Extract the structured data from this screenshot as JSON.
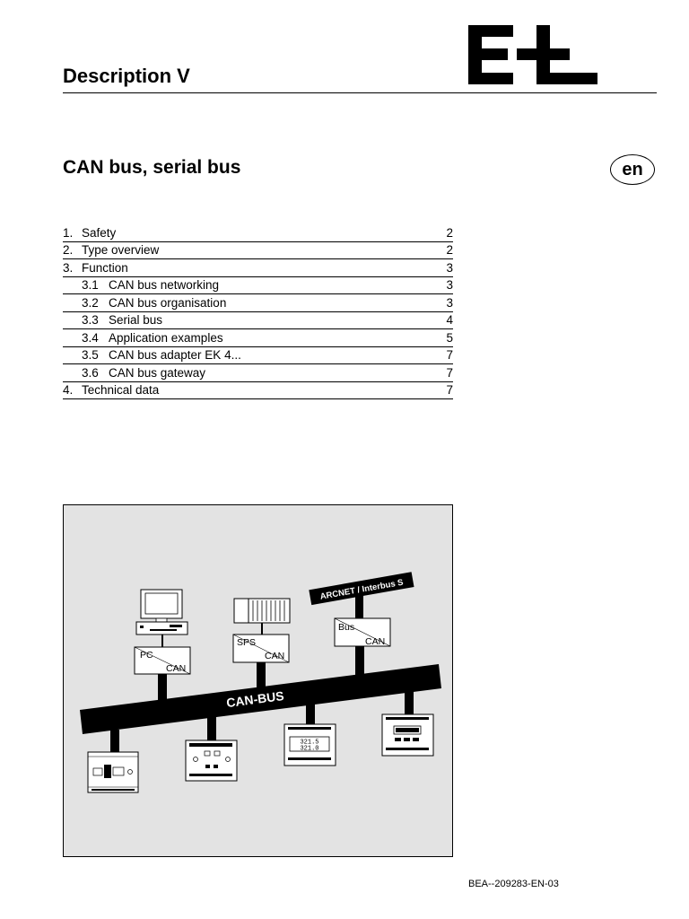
{
  "header": {
    "title": "Description V"
  },
  "document": {
    "title": "CAN bus, serial bus",
    "language": "en",
    "code": "BEA--209283-EN-03"
  },
  "toc": [
    {
      "num": "1.",
      "label": "Safety",
      "page": "2",
      "level": 1
    },
    {
      "num": "2.",
      "label": "Type overview",
      "page": "2",
      "level": 1
    },
    {
      "num": "3.",
      "label": "Function",
      "page": "3",
      "level": 1
    },
    {
      "num": "3.1",
      "label": "CAN bus networking",
      "page": "3",
      "level": 2
    },
    {
      "num": "3.2",
      "label": "CAN bus organisation",
      "page": "3",
      "level": 2
    },
    {
      "num": "3.3",
      "label": "Serial bus",
      "page": "4",
      "level": 2
    },
    {
      "num": "3.4",
      "label": "Application examples",
      "page": "5",
      "level": 2
    },
    {
      "num": "3.5",
      "label": "CAN bus adapter EK 4...",
      "page": "7",
      "level": 2
    },
    {
      "num": "3.6",
      "label": "CAN bus gateway",
      "page": "7",
      "level": 2
    },
    {
      "num": "4.",
      "label": "Technical data",
      "page": "7",
      "level": 1
    }
  ],
  "diagram": {
    "bus_label": "CAN-BUS",
    "network_label": "ARCNET / Interbus S",
    "adapters": [
      {
        "top": "PC",
        "bottom": "CAN"
      },
      {
        "top": "SPS",
        "bottom": "CAN"
      },
      {
        "top": "Bus",
        "bottom": "CAN"
      }
    ],
    "display_rows": [
      "321.5",
      "321.0"
    ]
  }
}
